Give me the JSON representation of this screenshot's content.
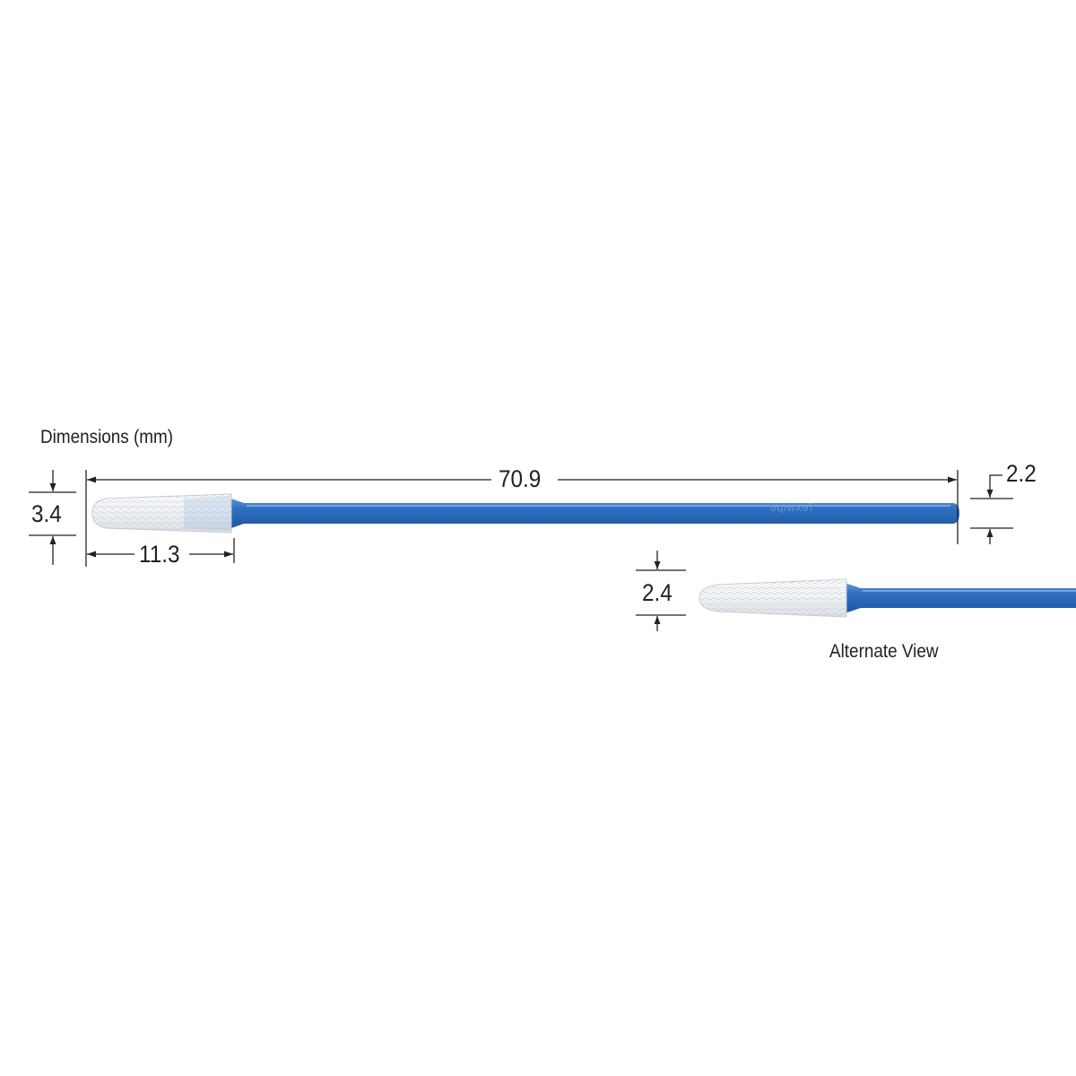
{
  "caption": {
    "dimensions_title": "Dimensions (mm)",
    "alternate_view": "Alternate View"
  },
  "dimensions": {
    "overall_length": "70.9",
    "tip_width": "3.4",
    "tip_length": "11.3",
    "handle_thickness": "2.2",
    "alternate_tip_width": "2.4"
  },
  "brand_mark": "Texwipe",
  "colors": {
    "handle_blue": "#2f6fc2",
    "tip_white": "#f4f6f8",
    "dimension_line": "#222222"
  },
  "icons": {
    "dimension_arrow": "arrow-icon"
  }
}
